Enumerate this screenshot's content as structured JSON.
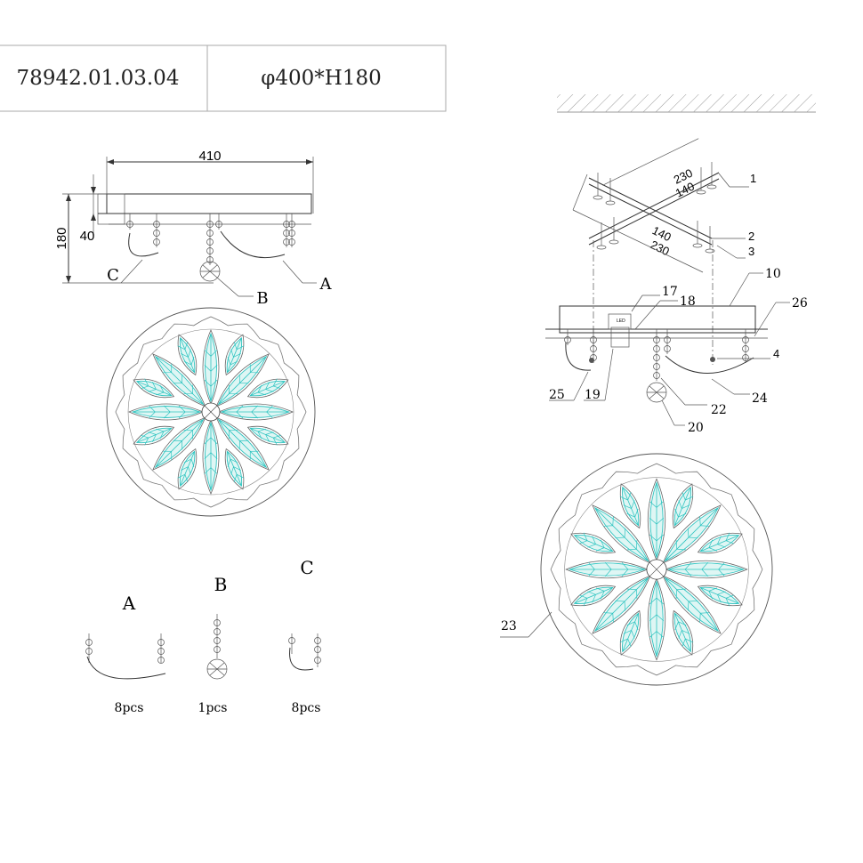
{
  "title_block": {
    "model": "78942.01.03.04",
    "size": "φ400*H180"
  },
  "side_view": {
    "dim_width": "410",
    "dim_height": "180",
    "dim_canopy": "40",
    "label_a": "A",
    "label_b": "B",
    "label_c": "C"
  },
  "parts": [
    {
      "letter": "A",
      "qty": "8pcs"
    },
    {
      "letter": "B",
      "qty": "1pcs"
    },
    {
      "letter": "C",
      "qty": "8pcs"
    }
  ],
  "assembly": {
    "dims": {
      "bracket_long_1": "230",
      "bracket_short_1": "140",
      "bracket_short_2": "140",
      "bracket_long_2": "230"
    },
    "driver_label": "LED",
    "callouts": {
      "c1": "1",
      "c2": "2",
      "c3": "3",
      "c4": "4",
      "c10": "10",
      "c17": "17",
      "c18": "18",
      "c19": "19",
      "c20": "20",
      "c22": "22",
      "c23": "23",
      "c24": "24",
      "c25": "25",
      "c26": "26"
    }
  },
  "colors": {
    "line": "#333333",
    "leaf_fill": "#dff6f4",
    "leaf_vein": "#2fc4c0"
  }
}
